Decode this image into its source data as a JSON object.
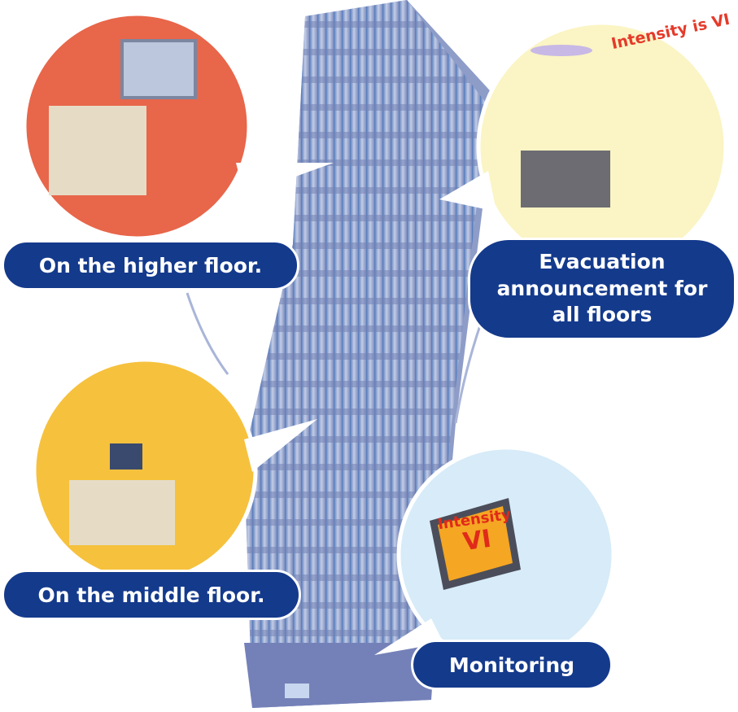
{
  "labels": {
    "higher_floor": "On the higher floor.",
    "evacuation": "Evacuation announcement for all floors",
    "middle_floor": "On the middle floor.",
    "monitoring": "Monitoring"
  },
  "notes": {
    "intensity_ceiling": "Intensity is VI",
    "monitor_line1": "Intensity",
    "monitor_line2": "VI"
  },
  "colors": {
    "label_bg": "#143a8c",
    "higher_circle": "#e8664a",
    "evac_circle": "#fbf4c4",
    "middle_circle": "#f6c13d",
    "monitor_circle": "#d7ebf8",
    "building": "#8e9cc8"
  }
}
